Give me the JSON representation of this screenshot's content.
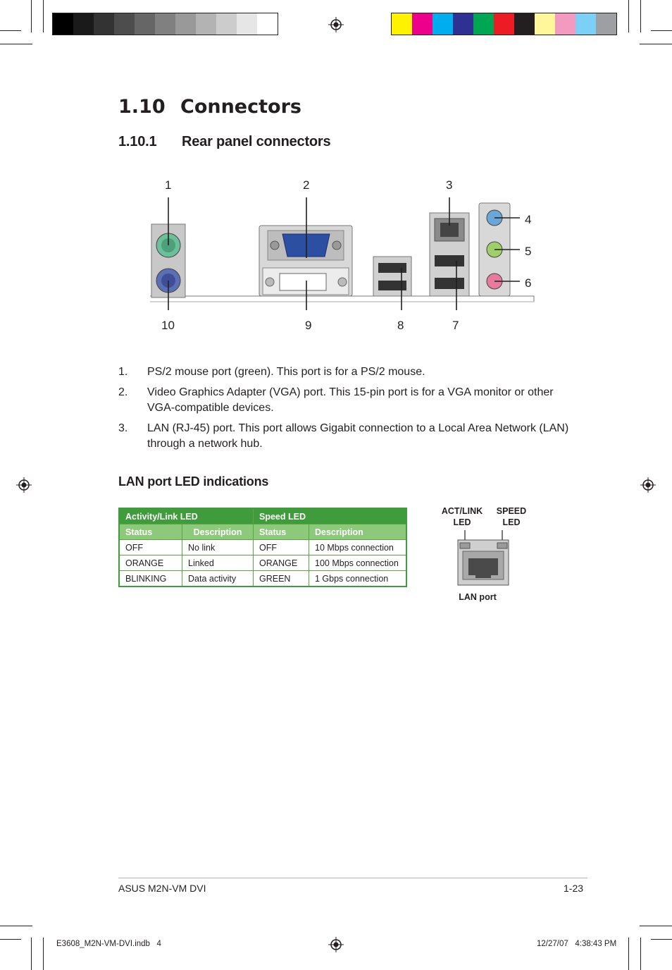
{
  "heading": {
    "number": "1.10",
    "title": "Connectors"
  },
  "subheading": {
    "number": "1.10.1",
    "title": "Rear panel connectors"
  },
  "figure": {
    "callouts_top": [
      "1",
      "2",
      "3"
    ],
    "callouts_right": [
      "4",
      "5",
      "6"
    ],
    "callouts_bottom": [
      "10",
      "9",
      "8",
      "7"
    ]
  },
  "list": [
    {
      "n": "1.",
      "text": "PS/2 mouse port (green). This port is for a PS/2 mouse."
    },
    {
      "n": "2.",
      "text": "Video Graphics Adapter (VGA) port. This 15-pin port is for a VGA monitor or other VGA-compatible devices."
    },
    {
      "n": "3.",
      "text": "LAN (RJ-45) port. This port allows Gigabit connection to a Local Area Network (LAN) through a network hub."
    }
  ],
  "led_section_title": "LAN port LED indications",
  "led_table": {
    "group_headers": [
      "Activity/Link LED",
      "Speed LED"
    ],
    "columns": [
      "Status",
      "Description",
      "Status",
      "Description"
    ],
    "rows": [
      [
        "OFF",
        "No link",
        "OFF",
        "10 Mbps connection"
      ],
      [
        "ORANGE",
        "Linked",
        "ORANGE",
        "100 Mbps connection"
      ],
      [
        "BLINKING",
        "Data activity",
        "GREEN",
        "1 Gbps connection"
      ]
    ]
  },
  "lan_diagram": {
    "act_link_line1": "ACT/LINK",
    "act_link_line2": "LED",
    "speed_line1": "SPEED",
    "speed_line2": "LED",
    "port_label": "LAN port"
  },
  "footer": {
    "left": "ASUS M2N-VM DVI",
    "right": "1-23"
  },
  "slug": {
    "left": "E3608_M2N-VM-DVI.indb   4",
    "right": "12/27/07   4:38:43 PM"
  },
  "colors": {
    "gray_swatches": [
      "#000000",
      "#1a1a1a",
      "#333333",
      "#4d4d4d",
      "#666666",
      "#808080",
      "#999999",
      "#b3b3b3",
      "#cccccc",
      "#e6e6e6",
      "#ffffff"
    ],
    "color_swatches": [
      "#fff200",
      "#ec008c",
      "#00aeef",
      "#2e3192",
      "#00a651",
      "#ed1c24",
      "#231f20",
      "#fff799",
      "#f49ac1",
      "#7dd0f5",
      "#9d9fa2"
    ],
    "table_header": "#3f9b3b",
    "table_subheader": "#8cc97a"
  }
}
